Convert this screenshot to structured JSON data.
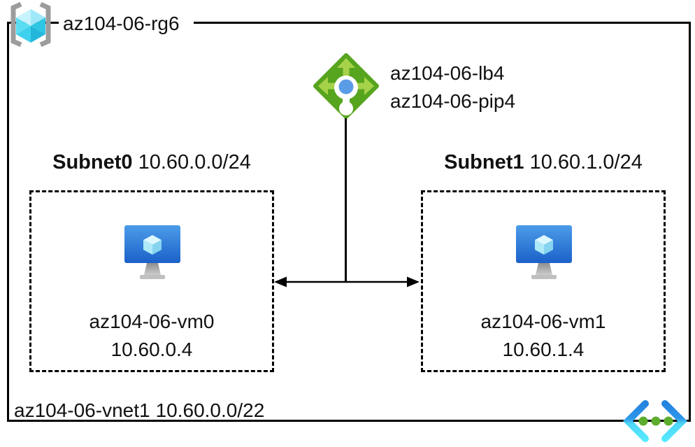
{
  "colors": {
    "line_black": "#000000",
    "rg_bracket_gray": "#9C9C9C",
    "rg_cube_cyan": "#50E6FF",
    "lb_diamond_green": "#57A41E",
    "lb_arrow_green": "#A6D24A",
    "lb_dot_blue": "#5B9CE6",
    "vm_screen_blue": "#1B61C9",
    "vnet_chevron_blue": "#2B8DE4",
    "vnet_chevron_cyan": "#50E6FF",
    "vnet_dot_green": "#5CAD2D"
  },
  "resource_group": {
    "icon": "resource-group-icon",
    "label": "az104-06-rg6"
  },
  "load_balancer": {
    "icon": "load-balancer-icon",
    "name": "az104-06-lb4",
    "public_ip": "az104-06-pip4"
  },
  "subnets": [
    {
      "name": "Subnet0",
      "cidr": "10.60.0.0/24",
      "vm": {
        "icon": "virtual-machine-icon",
        "name": "az104-06-vm0",
        "ip": "10.60.0.4"
      }
    },
    {
      "name": "Subnet1",
      "cidr": "10.60.1.0/24",
      "vm": {
        "icon": "virtual-machine-icon",
        "name": "az104-06-vm1",
        "ip": "10.60.1.4"
      }
    }
  ],
  "vnet": {
    "icon": "virtual-network-icon",
    "name": "az104-06-vnet1",
    "cidr": "10.60.0.0/22"
  }
}
